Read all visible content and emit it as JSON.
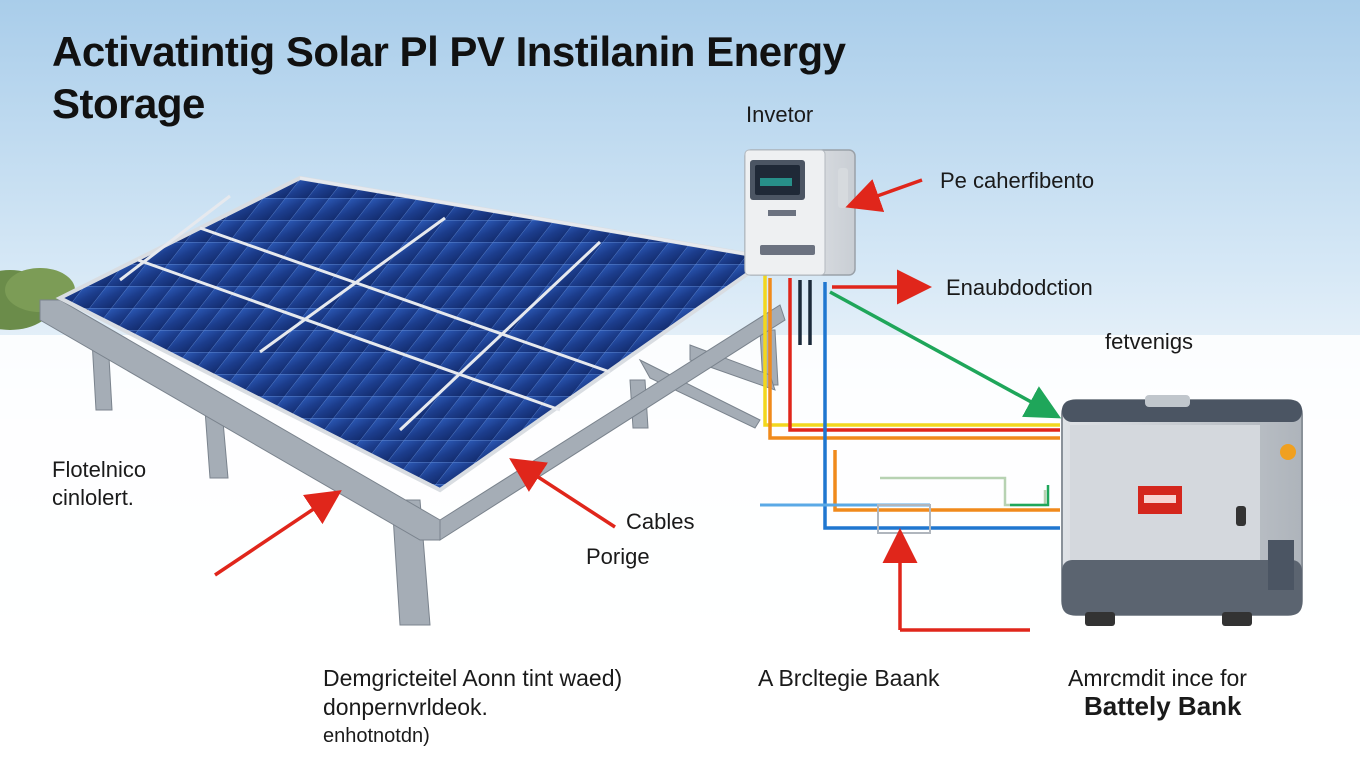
{
  "title": {
    "line1": "Activatintig  Solar Pl PV Instilanin Energy",
    "line2": "Storage"
  },
  "labels": {
    "inverter": "Invetor",
    "pe_callout": "Pe caherfibento",
    "ena_callout": "Enaubdodction",
    "fetvenigs": "fetvenigs",
    "left_label": [
      "Flotelnico",
      "cinlolert."
    ],
    "cables": "Cables",
    "porige": "Porige",
    "bottom_left": [
      "Demgricteitel Aonn tint waed)",
      "donpernvrldeok.",
      "enhotnotdn)"
    ],
    "bottom_center": "A Brcltegie Baank",
    "bottom_right_1": "Amrcmdit ince for",
    "bottom_right_2": "Battely Bank"
  },
  "colors": {
    "arrow_red": "#e0261b",
    "arrow_green": "#1fa65a",
    "wire_yellow": "#f2d71e",
    "wire_blue": "#1f77d0",
    "wire_orange": "#f08a1c",
    "panel_blue": "#1d3f8e",
    "frame_gray": "#9aa3ad",
    "sky_top": "#a9cdea"
  }
}
